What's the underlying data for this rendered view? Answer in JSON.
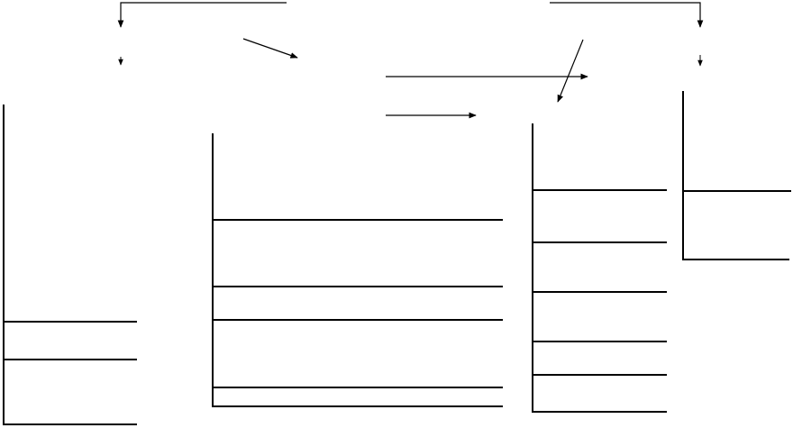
{
  "diagram": {
    "background": "#ffffff",
    "stroke_color": "#000000",
    "nodes": [
      {
        "id": "table-1",
        "text": "",
        "rows": 3
      },
      {
        "id": "table-2",
        "text": "",
        "rows": 5
      },
      {
        "id": "table-3",
        "text": "",
        "rows": 6
      },
      {
        "id": "table-4",
        "text": "",
        "rows": 2
      }
    ],
    "edges": [
      {
        "id": "bracket-top-left",
        "label": ""
      },
      {
        "id": "bracket-top-right",
        "label": ""
      },
      {
        "id": "arrow-diagonal-left",
        "label": ""
      },
      {
        "id": "arrow-long-right",
        "label": ""
      },
      {
        "id": "arrow-short-right",
        "label": ""
      },
      {
        "id": "arrow-diagonal-right",
        "label": ""
      },
      {
        "id": "stub-arrow-left",
        "label": ""
      },
      {
        "id": "stub-arrow-right",
        "label": ""
      }
    ]
  }
}
